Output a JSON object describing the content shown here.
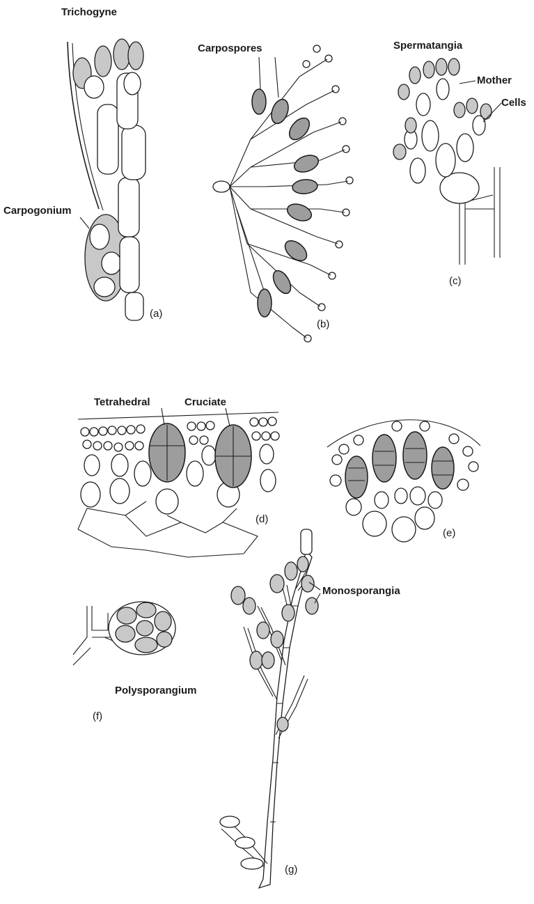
{
  "labels": {
    "trichogyne": "Trichogyne",
    "carpogonium": "Carpogonium",
    "carpospores": "Carpospores",
    "spermatangia": "Spermatangia",
    "mother": "Mother",
    "cells": "Cells",
    "tetrahedral": "Tetrahedral",
    "cruciate": "Cruciate",
    "monosporangia": "Monosporangia",
    "polysporangium": "Polysporangium"
  },
  "panel_letters": {
    "a": "(a)",
    "b": "(b)",
    "c": "(c)",
    "d": "(d)",
    "e": "(e)",
    "f": "(f)",
    "g": "(g)"
  }
}
